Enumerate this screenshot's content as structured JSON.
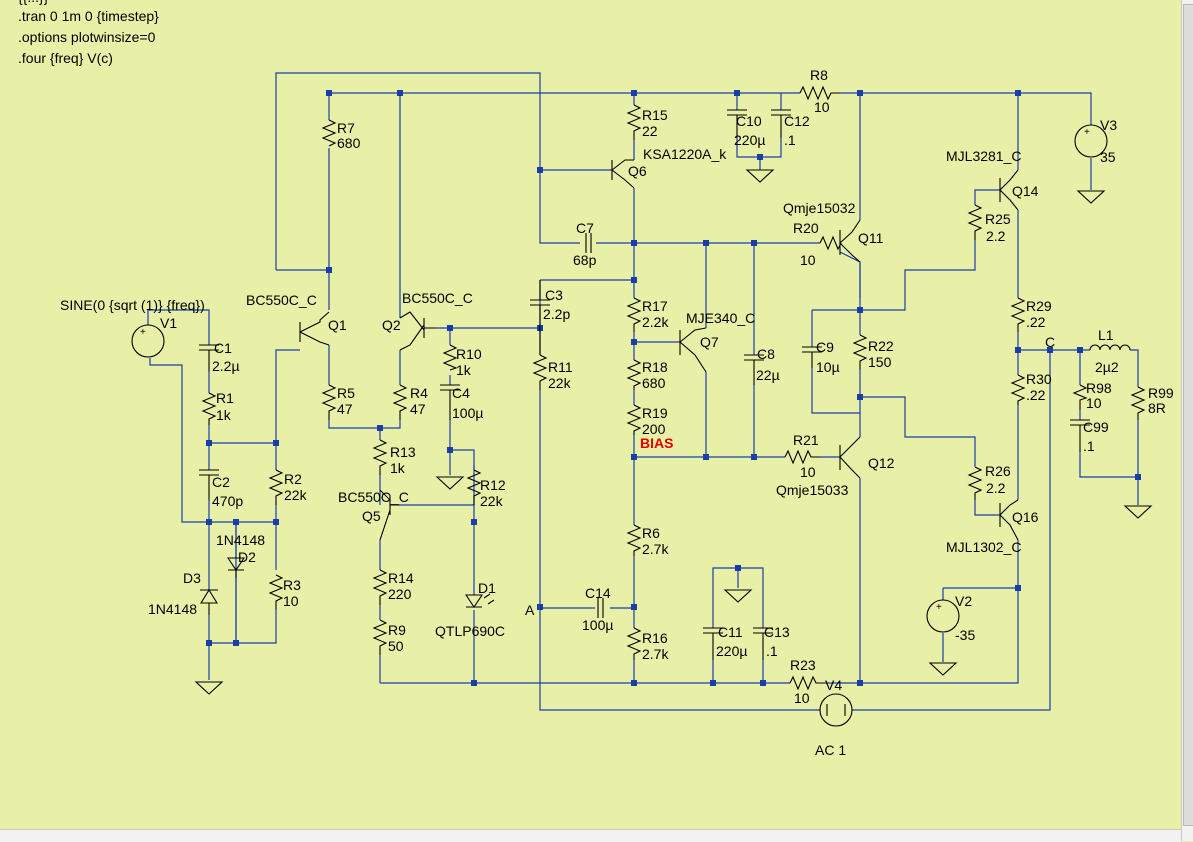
{
  "directives": [
    ".tran 0 1m 0 {timestep}",
    ".options plotwinsize=0",
    ".four {freq} V(c)"
  ],
  "top_cut": "{{...}}",
  "sine": "SINE(0 {sqrt (1)} {freq})",
  "ac": "AC 1",
  "bias": "BIAS",
  "nodes": {
    "a": "A",
    "c": "C"
  },
  "parts": {
    "R1": [
      "R1",
      "1k"
    ],
    "R2": [
      "R2",
      "22k"
    ],
    "R3": [
      "R3",
      "10"
    ],
    "R4": [
      "R4",
      "47"
    ],
    "R5": [
      "R5",
      "47"
    ],
    "R6": [
      "R6",
      "2.7k"
    ],
    "R7": [
      "R7",
      "680"
    ],
    "R8": [
      "R8",
      "10"
    ],
    "R9": [
      "R9",
      "50"
    ],
    "R10": [
      "R10",
      "1k"
    ],
    "R11": [
      "R11",
      "22k"
    ],
    "R12": [
      "R12",
      "22k"
    ],
    "R13": [
      "R13",
      "1k"
    ],
    "R14": [
      "R14",
      "220"
    ],
    "R15": [
      "R15",
      "22"
    ],
    "R16": [
      "R16",
      "2.7k"
    ],
    "R17": [
      "R17",
      "2.2k"
    ],
    "R18": [
      "R18",
      "680"
    ],
    "R19": [
      "R19",
      "200"
    ],
    "R20": [
      "R20",
      "10"
    ],
    "R21": [
      "R21",
      "10"
    ],
    "R22": [
      "R22",
      "150"
    ],
    "R23": [
      "R23",
      "10"
    ],
    "R25": [
      "R25",
      "2.2"
    ],
    "R26": [
      "R26",
      "2.2"
    ],
    "R29": [
      "R29",
      ".22"
    ],
    "R30": [
      "R30",
      ".22"
    ],
    "R98": [
      "R98",
      "10"
    ],
    "R99": [
      "R99",
      "8R"
    ],
    "C1": [
      "C1",
      "2.2µ"
    ],
    "C2": [
      "C2",
      "470p"
    ],
    "C3": [
      "C3",
      "2.2p"
    ],
    "C4": [
      "C4",
      "100µ"
    ],
    "C7": [
      "C7",
      "68p"
    ],
    "C8": [
      "C8",
      "22µ"
    ],
    "C9": [
      "C9",
      "10µ"
    ],
    "C10": [
      "C10",
      "220µ"
    ],
    "C11": [
      "C11",
      "220µ"
    ],
    "C12": [
      "C12",
      ".1"
    ],
    "C13": [
      "C13",
      ".1"
    ],
    "C14": [
      "C14",
      "100µ"
    ],
    "C99": [
      "C99",
      ".1"
    ],
    "L1": [
      "L1",
      "2µ2"
    ],
    "V1": [
      "V1",
      ""
    ],
    "V2": [
      "V2",
      "-35"
    ],
    "V3": [
      "V3",
      "35"
    ],
    "V4": [
      "V4",
      ""
    ],
    "Q1": [
      "Q1",
      "BC550C_C"
    ],
    "Q2": [
      "Q2",
      "BC550C_C"
    ],
    "Q5": [
      "Q5",
      "BC550C_C"
    ],
    "Q6": [
      "Q6",
      "KSA1220A_k"
    ],
    "Q7": [
      "Q7",
      "MJE340_C"
    ],
    "Q11": [
      "Q11",
      "Qmje15032"
    ],
    "Q12": [
      "Q12",
      "Qmje15033"
    ],
    "Q14": [
      "Q14",
      "MJL3281_C"
    ],
    "Q16": [
      "Q16",
      "MJL1302_C"
    ],
    "D1": [
      "D1",
      "QTLP690C"
    ],
    "D2": [
      "D2",
      "1N4148"
    ],
    "D3": [
      "D3",
      "1N4148"
    ]
  }
}
